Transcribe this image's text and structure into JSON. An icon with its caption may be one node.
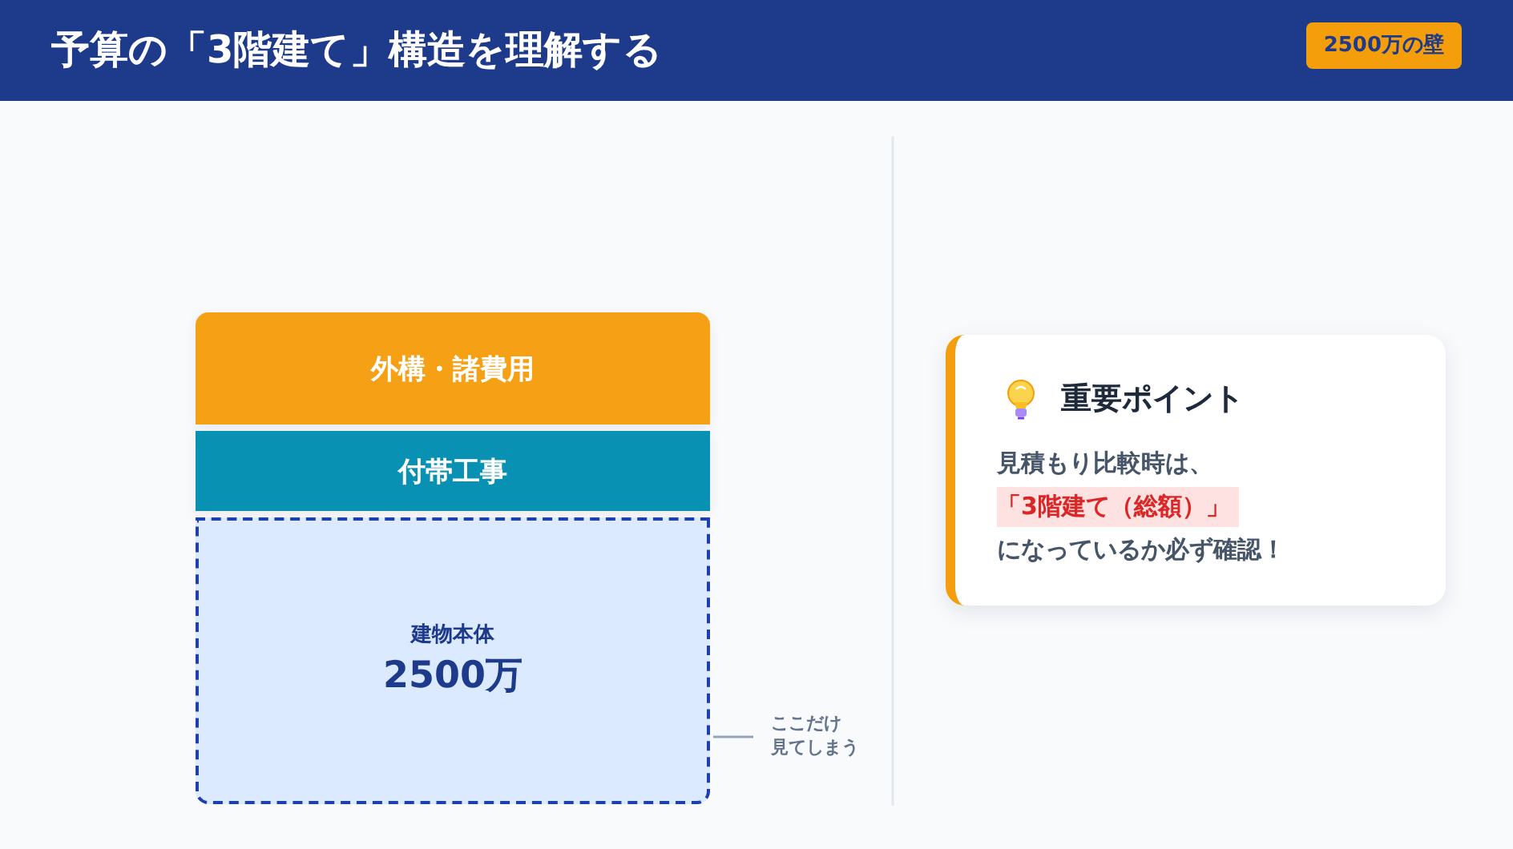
{
  "diagram": {
    "title": "予算の「3階建て」構造を理解する",
    "nodes": [
      {
        "text": [
          "外構・諸費用"
        ]
      },
      {
        "text": [
          "付帯工事"
        ]
      },
      {
        "text": [
          "建物本体",
          "2500万"
        ]
      },
      {
        "text": [
          "ここだけ見てしまう"
        ]
      },
      {
        "text": [
          "重要ポイント",
          "見積もり比較時は、**「3階建て（総額）」**になっているか必ず確認！"
        ]
      }
    ],
    "edges": [
      {
        "from": 3,
        "to": 2,
        "arrow": "none"
      }
    ],
    "labels": [
      "2500万の壁"
    ]
  }
}
